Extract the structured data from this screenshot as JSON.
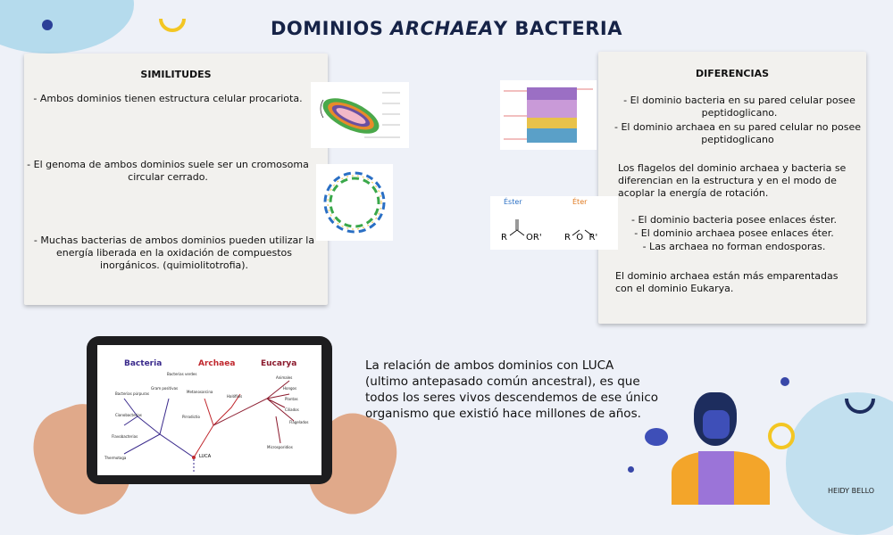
{
  "title": {
    "part1": "DOMINIOS ",
    "italic": "ARCHAEA",
    "part2": "Y BACTERIA"
  },
  "similitudes": {
    "heading": "SIMILITUDES",
    "item1": "- Ambos dominios tienen estructura celular procariota.",
    "item2": "- El genoma de ambos dominios suele ser un cromosoma circular cerrado.",
    "item3": "- Muchas bacterias de ambos dominios pueden utilizar la energía liberada en la oxidación de compuestos inorgánicos. (quimiolitotrofia)."
  },
  "diferencias": {
    "heading": "DIFERENCIAS",
    "item1": "- El dominio bacteria en su pared celular posee peptidoglicano.",
    "item2": "- El dominio archaea en su pared celular no posee peptidoglicano",
    "item3": "Los flagelos del dominio archaea y bacteria se diferencian en la estructura y en el modo de acoplar la energía de rotación.",
    "item4a": "- El dominio bacteria posee enlaces éster.",
    "item4b": "- El dominio archaea posee enlaces éter.",
    "item4c": "- Las archaea no forman endosporas.",
    "item5": "El dominio archaea están más emparentadas con el dominio Eukarya."
  },
  "bonds": {
    "ester": "Éster",
    "eter": "Éter",
    "ester_formula_r": "R",
    "ester_formula_or": "OR'",
    "eter_formula": "R  O  R'"
  },
  "tree": {
    "bacteria": "Bacteria",
    "archaea": "Archaea",
    "eucarya": "Eucarya",
    "luca": "LUCA",
    "labels": [
      "Bacterias verdes",
      "Bacterias púrpuras",
      "Gram positivas",
      "Cianobacterias",
      "Flavobacterias",
      "Thermotoga",
      "Metanosarcina",
      "Halófilos",
      "Pirrodictio",
      "Animales",
      "Hongos",
      "Plantas",
      "Ciliados",
      "Flagelados",
      "Microsporidios"
    ]
  },
  "luca_text": "La relación de ambos dominios con LUCA (ultimo antepasado común ancestral), es que todos los seres vivos descendemos de ese único organismo que existió hace millones de años.",
  "signature": "HEIDY BELLO"
}
